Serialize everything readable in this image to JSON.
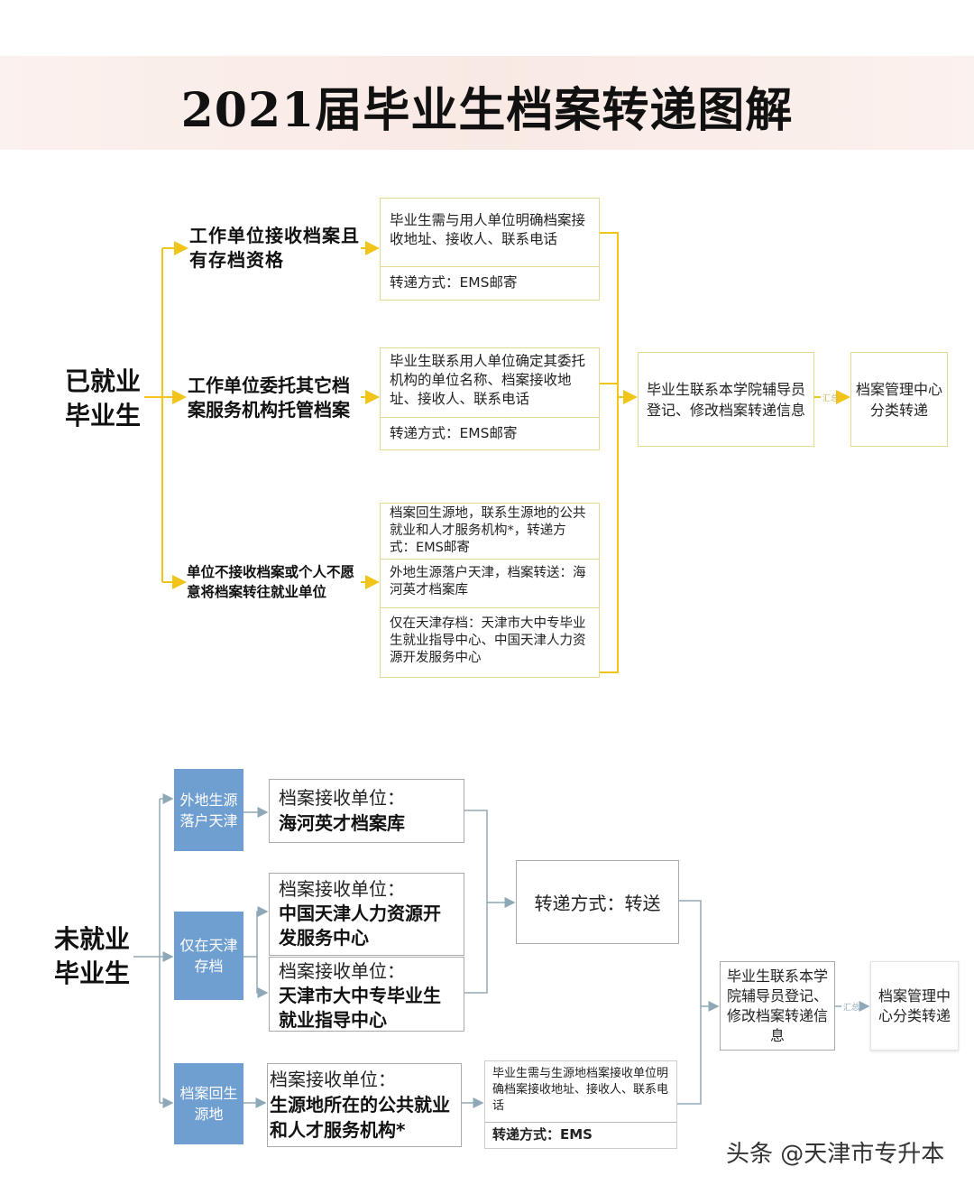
{
  "title": "2021届毕业生档案转递图解",
  "colors": {
    "employed_line": "#f0c419",
    "unemployed_line": "#8fa8b8",
    "category_box": "#6f9fd1",
    "title_band": "#f9e9e4"
  },
  "employed": {
    "heading": "已就业毕业生",
    "branches": [
      {
        "label": "工作单位接收档案且有存档资格",
        "rows": [
          "毕业生需与用人单位明确档案接收地址、接收人、联系电话",
          "转递方式：EMS邮寄"
        ]
      },
      {
        "label": "工作单位委托其它档案服务机构托管档案",
        "rows": [
          "毕业生联系用人单位确定其委托机构的单位名称、档案接收地址、接收人、联系电话",
          "转递方式：EMS邮寄"
        ]
      },
      {
        "label": "单位不接收档案或个人不愿意将档案转往就业单位",
        "rows": [
          "档案回生源地，联系生源地的公共就业和人才服务机构*，转递方式：EMS邮寄",
          "外地生源落户天津，档案转送：海河英才档案库",
          "仅在天津存档：天津市大中专毕业生就业指导中心、中国天津人力资源开发服务中心"
        ]
      }
    ],
    "contact": "毕业生联系本学院辅导员登记、修改档案转递信息",
    "summary_label": "汇总",
    "center": "档案管理中心分类转递"
  },
  "unemployed": {
    "heading": "未就业毕业生",
    "categories": [
      "外地生源落户天津",
      "仅在天津存档",
      "档案回生源地"
    ],
    "receivers": [
      {
        "title": "档案接收单位：",
        "name": "海河英才档案库"
      },
      {
        "title": "档案接收单位：",
        "name": "中国天津人力资源开发服务中心"
      },
      {
        "title": "档案接收单位：",
        "name": "天津市大中专毕业生就业指导中心"
      },
      {
        "title": "档案接收单位：",
        "name": "生源地所在的公共就业和人才服务机构*"
      }
    ],
    "transfer": "转递方式：转送",
    "origin_rows": [
      "毕业生需与生源地档案接收单位明确档案接收地址、接收人、联系电话",
      "转递方式：EMS"
    ],
    "contact": "毕业生联系本学院辅导员登记、修改档案转递信息",
    "summary_label": "汇总",
    "center": "档案管理中心分类转递"
  },
  "watermark": "头条 @天津市专升本"
}
